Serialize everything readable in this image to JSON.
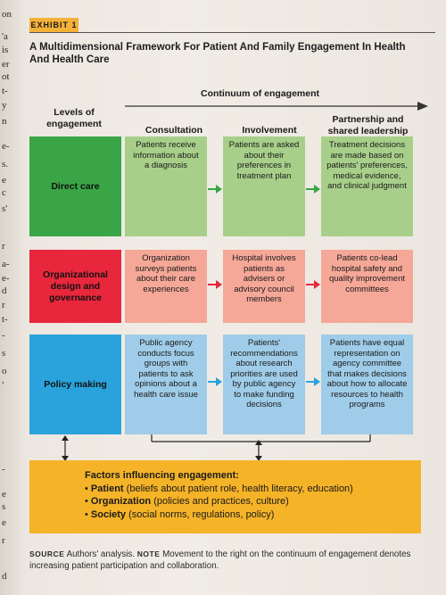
{
  "exhibit_label": "EXHIBIT 1",
  "title": "A Multidimensional Framework For Patient And Family Engagement In Health And Health Care",
  "continuum_label": "Continuum of engagement",
  "headers": {
    "levels": "Levels of engagement",
    "consultation": "Consultation",
    "involvement": "Involvement",
    "partnership": "Partnership and shared leadership"
  },
  "rows": [
    {
      "level": "Direct care",
      "consultation": "Patients receive information about a diagnosis",
      "involvement": "Patients are asked about their preferences in treatment plan",
      "partnership": "Treatment decisions are made based on patients' preferences, medical evidence, and clinical judgment",
      "colors": {
        "level": "#3aa546",
        "cell": "#a8cf8a",
        "arrow": "#3aa546"
      }
    },
    {
      "level": "Organizational design and governance",
      "consultation": "Organization surveys patients about their care experiences",
      "involvement": "Hospital involves patients as advisers or advisory council members",
      "partnership": "Patients co-lead hospital safety and quality improvement committees",
      "colors": {
        "level": "#e8273d",
        "cell": "#f5a898",
        "arrow": "#e8273d"
      }
    },
    {
      "level": "Policy making",
      "consultation": "Public agency conducts focus groups with patients to ask opinions about a health care issue",
      "involvement": "Patients' recommendations about research priorities are used by public agency to make funding decisions",
      "partnership": "Patients have equal representation on agency committee that makes decisions about how to allocate resources to health programs",
      "colors": {
        "level": "#2aa3dc",
        "cell": "#9fcce8",
        "arrow": "#2aa3dc"
      }
    }
  ],
  "factors": {
    "heading": "Factors influencing engagement:",
    "items": [
      {
        "name": "Patient",
        "detail": "(beliefs about patient role, health literacy, education)"
      },
      {
        "name": "Organization",
        "detail": "(policies and practices, culture)"
      },
      {
        "name": "Society",
        "detail": "(social norms, regulations, policy)"
      }
    ],
    "color": "#f5b328"
  },
  "source": {
    "source_key": "SOURCE",
    "source_text": "Authors' analysis.",
    "note_key": "NOTE",
    "note_text": "Movement to the right on the continuum of engagement denotes increasing patient participation and collaboration."
  },
  "margin_fragments": [
    "on",
    "'a",
    "is",
    "er",
    "ot",
    "t-",
    "y",
    "n",
    "e-",
    "s.",
    "e",
    "c",
    "s'",
    "r",
    "a-",
    "e-",
    "d",
    "r",
    "t-",
    "-",
    "s",
    "o",
    ",",
    "-",
    "e",
    "s",
    "e",
    "r",
    "d"
  ]
}
